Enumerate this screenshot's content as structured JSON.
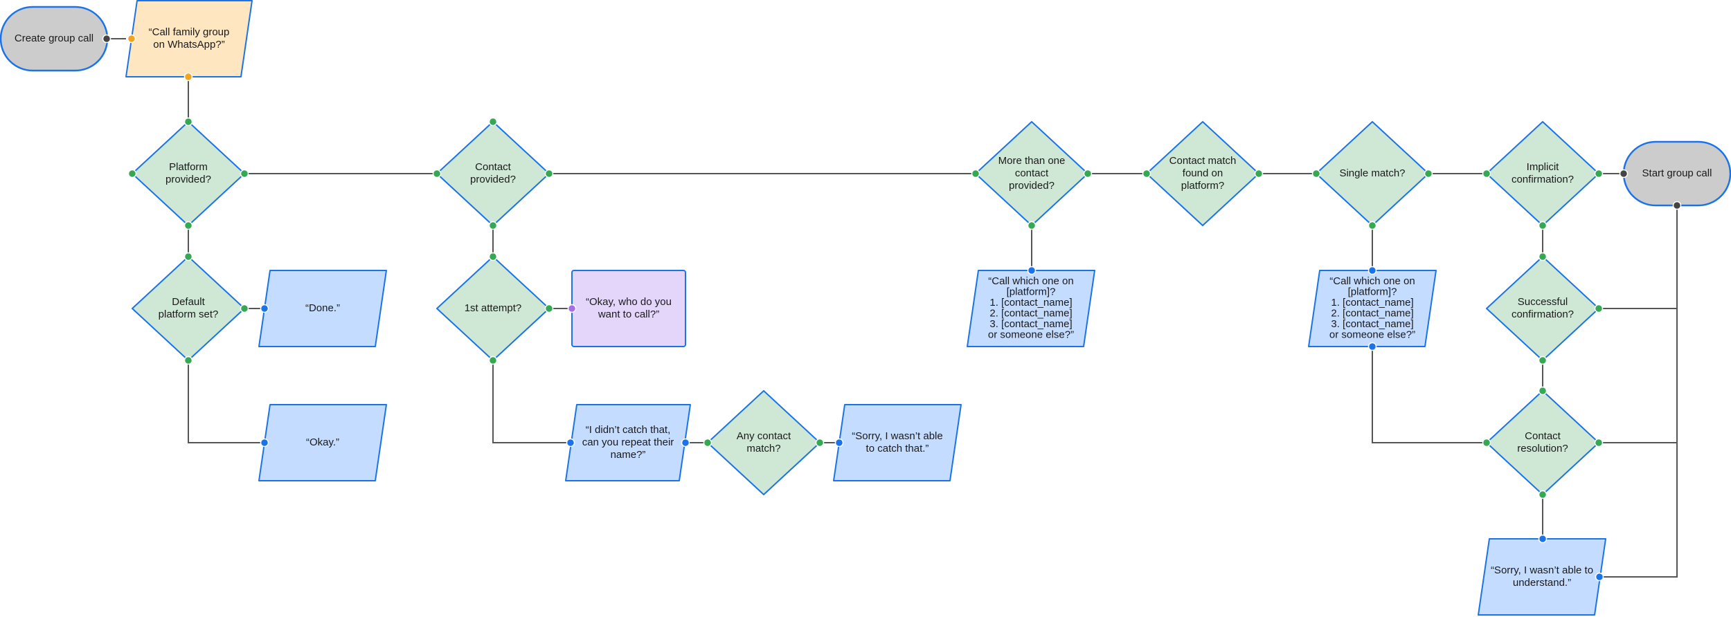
{
  "colors": {
    "terminal_fill": "#cccccc",
    "terminal_fill_dark": "#b8b8b8",
    "decision_fill": "#cfe8d5",
    "message_fill": "#c4dcff",
    "input_fill": "#fde6c0",
    "prompt_fill": "#e4d6fb",
    "outline": "#1a73e8",
    "connector": "#555555",
    "port_green": "#34a853",
    "port_blue": "#1a73e8",
    "port_orange": "#f4a31d",
    "port_purple": "#a36ee6",
    "port_dark": "#444444"
  },
  "nodes": {
    "create_group_call": {
      "lines": [
        "Create group call"
      ]
    },
    "user_query": {
      "lines": [
        "“Call family group",
        "on WhatsApp?”"
      ]
    },
    "platform_provided": {
      "lines": [
        "Platform",
        "provided?"
      ]
    },
    "default_platform_set": {
      "lines": [
        "Default",
        "platform set?"
      ]
    },
    "done_msg": {
      "lines": [
        "“Done.”"
      ]
    },
    "okay_msg": {
      "lines": [
        "“Okay.”"
      ]
    },
    "contact_provided": {
      "lines": [
        "Contact",
        "provided?"
      ]
    },
    "first_attempt": {
      "lines": [
        "1st attempt?"
      ]
    },
    "who_to_call_msg": {
      "lines": [
        "“Okay, who do you",
        "want to call?”"
      ]
    },
    "repeat_name_msg": {
      "lines": [
        "“I didn’t catch that,",
        "can you repeat their",
        "name?”"
      ]
    },
    "any_contact_match": {
      "lines": [
        "Any contact",
        "match?"
      ]
    },
    "sorry_catch_msg": {
      "lines": [
        "“Sorry, I wasn’t able",
        "to catch that.”"
      ]
    },
    "more_than_one_contact": {
      "lines": [
        "More than one",
        "contact",
        "provided?"
      ]
    },
    "which_one_msg_1": {
      "lines": [
        "“Call which one on",
        "[platform]?",
        "1. [contact_name]",
        "2. [contact_name]",
        "3. [contact_name]",
        "or someone else?”"
      ]
    },
    "contact_match_found": {
      "lines": [
        "Contact match",
        "found on",
        "platform?"
      ]
    },
    "single_match": {
      "lines": [
        "Single match?"
      ]
    },
    "which_one_msg_2": {
      "lines": [
        "“Call which one on",
        "[platform]?",
        "1. [contact_name]",
        "2. [contact_name]",
        "3. [contact_name]",
        "or someone else?”"
      ]
    },
    "implicit_confirmation": {
      "lines": [
        "Implicit",
        "confirmation?"
      ]
    },
    "start_group_call": {
      "lines": [
        "Start group call"
      ]
    },
    "successful_confirmation": {
      "lines": [
        "Successful",
        "confirmation?"
      ]
    },
    "contact_resolution": {
      "lines": [
        "Contact",
        "resolution?"
      ]
    },
    "sorry_understand_msg": {
      "lines": [
        "“Sorry, I wasn’t able to",
        "understand.”"
      ]
    }
  }
}
